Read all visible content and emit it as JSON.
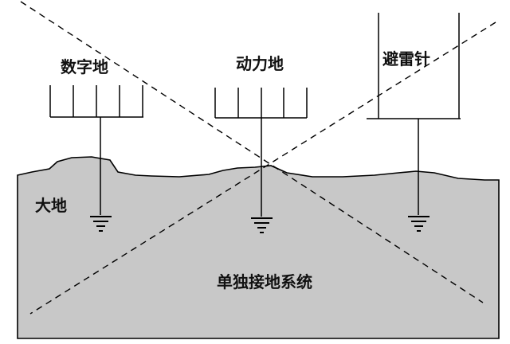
{
  "labels": {
    "digital_ground": "数字地",
    "power_ground": "动力地",
    "lightning_rod": "避雷针",
    "earth": "大地",
    "caption": "单独接地系统"
  },
  "colors": {
    "earth_fill": "#c8c8c8",
    "line": "#000000",
    "background": "#ffffff"
  },
  "meaning": "crossed-out diagram: separate (independent) grounding system"
}
